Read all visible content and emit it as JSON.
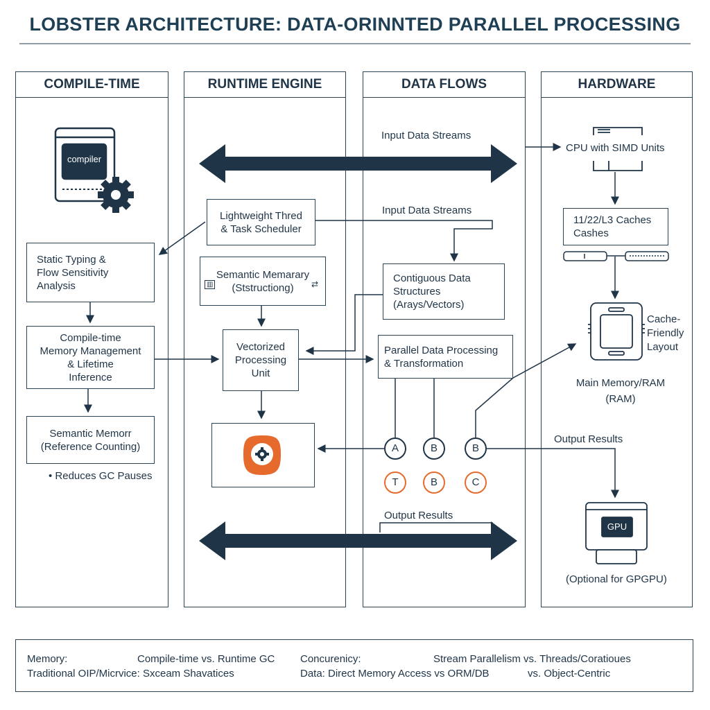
{
  "title": "LOBSTER ARCHITECTURE: DATA-ORINNTED PARALLEL PROCESSING",
  "colors": {
    "primary": "#1f3447",
    "accent": "#e66a2c"
  },
  "columns": {
    "compile": {
      "header": "COMPILE-TIME",
      "compiler_label": "compiler",
      "static_typing": [
        "Static Typing &",
        "Flow Sensitivity",
        "Analysis"
      ],
      "memory_mgmt": [
        "Compile-time",
        "Memory Management",
        "& Lifetime",
        "Inference"
      ],
      "semantic_memory": [
        "Semantic Memorr",
        "(Reference Counting)"
      ],
      "note": "• Reduces GC Pauses"
    },
    "runtime": {
      "header": "RUNTIME ENGINE",
      "scheduler": [
        "Lightweight Thred",
        "& Task Scheduler"
      ],
      "semantic": [
        "Semantic Memarary",
        "(Ststructiong)"
      ],
      "vectorized": [
        "Vectorized",
        "Processing",
        "Unit"
      ]
    },
    "dataflows": {
      "header": "DATA FLOWS",
      "input_label_1": "Input Data Streams",
      "input_label_2": "Input Data Streams",
      "contiguous": [
        "Contiguous Data",
        "Structures",
        "(Arays/Vectors)"
      ],
      "parallel": [
        "Parallel Data Processing",
        "& Transformation"
      ],
      "circles_top": [
        "A",
        "B",
        "B"
      ],
      "circles_bottom": [
        "T",
        "B",
        "C"
      ],
      "output_label": "Output Results"
    },
    "hardware": {
      "header": "HARDWARE",
      "cpu": "CPU with SIMD Units",
      "caches": [
        "11/22/L3 Caches",
        "Cashes"
      ],
      "cache_friendly": [
        "Cache-",
        "Friendly",
        "Layout"
      ],
      "ram": [
        "Main Memory/RAM",
        "(RAM)"
      ],
      "output_label": "Output Results",
      "gpu": "GPU",
      "gpu_note": "(Optional for GPGPU)"
    }
  },
  "legend": {
    "row1": [
      "Memory:",
      "Compile-time vs.  Runtime GC",
      "Concurenicy:",
      "Stream Parallelism  vs. Threads/Coratioues"
    ],
    "row2": [
      "Traditional OIP/Micrvice:  Sxceam Shavatices",
      "Data: Direct Memory Access  vs ORM/DB",
      "vs. Object-Centric"
    ]
  }
}
